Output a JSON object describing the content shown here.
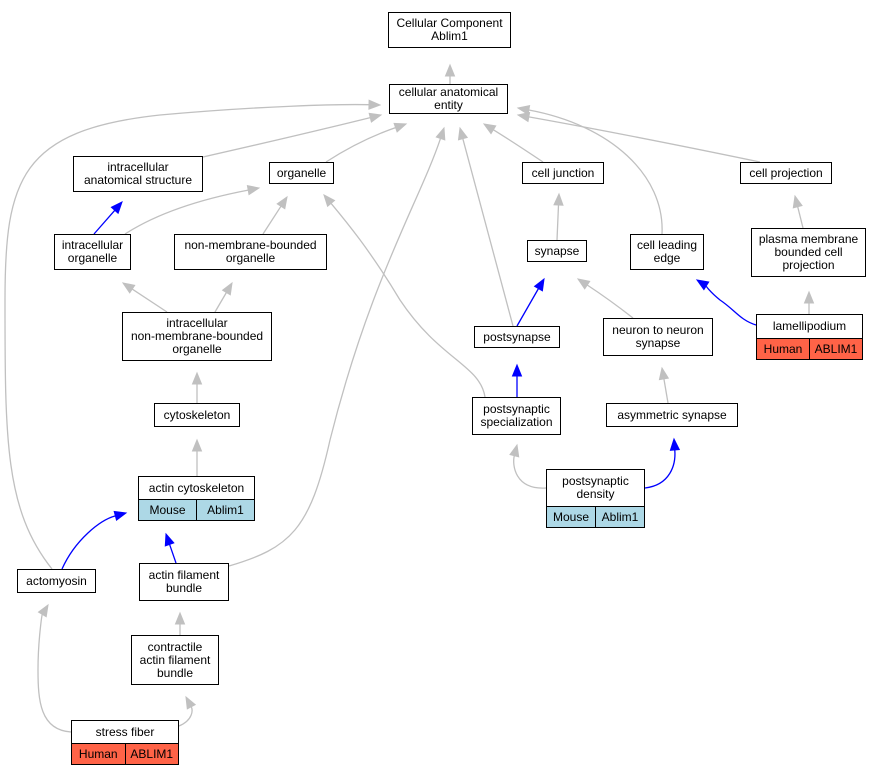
{
  "colors": {
    "edge_default": "#c0c0c0",
    "edge_highlight": "#0000ff",
    "human_tag": "#ff6347",
    "mouse_tag": "#add8e6",
    "node_border": "#000000",
    "node_fill": "#ffffff"
  },
  "nodes": {
    "root": {
      "label": "Cellular Component\nAblim1"
    },
    "cae": {
      "label": "cellular anatomical\nentity"
    },
    "ias": {
      "label": "intracellular\nanatomical structure"
    },
    "organelle": {
      "label": "organelle"
    },
    "celljunction": {
      "label": "cell junction"
    },
    "cellprojection": {
      "label": "cell projection"
    },
    "iorg": {
      "label": "intracellular\norganelle"
    },
    "nmbo": {
      "label": "non-membrane-bounded\norganelle"
    },
    "synapse": {
      "label": "synapse"
    },
    "leading": {
      "label": "cell leading\nedge"
    },
    "pmbcp": {
      "label": "plasma membrane\nbounded cell\nprojection"
    },
    "inmbo": {
      "label": "intracellular\nnon-membrane-bounded\norganelle"
    },
    "postsynapse": {
      "label": "postsynapse"
    },
    "n2n": {
      "label": "neuron to neuron\nsynapse"
    },
    "lamelli": {
      "label": "lamellipodium"
    },
    "cytoskeleton": {
      "label": "cytoskeleton"
    },
    "pss": {
      "label": "postsynaptic\nspecialization"
    },
    "asym": {
      "label": "asymmetric synapse"
    },
    "actincyto": {
      "label": "actin cytoskeleton"
    },
    "psd": {
      "label": "postsynaptic\ndensity"
    },
    "actomyosin": {
      "label": "actomyosin"
    },
    "afb": {
      "label": "actin filament\nbundle"
    },
    "cafb": {
      "label": "contractile\nactin filament\nbundle"
    },
    "stressfiber": {
      "label": "stress fiber"
    }
  },
  "tags": {
    "lamelli": {
      "species": "Human",
      "gene": "ABLIM1"
    },
    "actincyto": {
      "species": "Mouse",
      "gene": "Ablim1"
    },
    "psd": {
      "species": "Mouse",
      "gene": "Ablim1"
    },
    "stressfiber": {
      "species": "Human",
      "gene": "ABLIM1"
    }
  },
  "edges": [
    {
      "from": "cae",
      "to": "root",
      "color": "default"
    },
    {
      "from": "ias",
      "to": "cae",
      "color": "default"
    },
    {
      "from": "organelle",
      "to": "cae",
      "color": "default"
    },
    {
      "from": "celljunction",
      "to": "cae",
      "color": "default"
    },
    {
      "from": "cellprojection",
      "to": "cae",
      "color": "default"
    },
    {
      "from": "leading",
      "to": "cae",
      "color": "default"
    },
    {
      "from": "postsynapse",
      "to": "cae",
      "color": "default"
    },
    {
      "from": "afb",
      "to": "cae",
      "color": "default"
    },
    {
      "from": "actomyosin",
      "to": "cae",
      "color": "default"
    },
    {
      "from": "iorg",
      "to": "ias",
      "color": "highlight"
    },
    {
      "from": "iorg",
      "to": "organelle",
      "color": "default"
    },
    {
      "from": "nmbo",
      "to": "organelle",
      "color": "default"
    },
    {
      "from": "pss",
      "to": "organelle",
      "color": "default"
    },
    {
      "from": "synapse",
      "to": "celljunction",
      "color": "default"
    },
    {
      "from": "pmbcp",
      "to": "cellprojection",
      "color": "default"
    },
    {
      "from": "inmbo",
      "to": "iorg",
      "color": "default"
    },
    {
      "from": "inmbo",
      "to": "nmbo",
      "color": "default"
    },
    {
      "from": "postsynapse",
      "to": "synapse",
      "color": "highlight"
    },
    {
      "from": "n2n",
      "to": "synapse",
      "color": "default"
    },
    {
      "from": "lamelli",
      "to": "leading",
      "color": "highlight"
    },
    {
      "from": "lamelli",
      "to": "pmbcp",
      "color": "default"
    },
    {
      "from": "cytoskeleton",
      "to": "inmbo",
      "color": "default"
    },
    {
      "from": "pss",
      "to": "postsynapse",
      "color": "highlight"
    },
    {
      "from": "asym",
      "to": "n2n",
      "color": "default"
    },
    {
      "from": "actincyto",
      "to": "cytoskeleton",
      "color": "default"
    },
    {
      "from": "psd",
      "to": "pss",
      "color": "default"
    },
    {
      "from": "psd",
      "to": "asym",
      "color": "highlight"
    },
    {
      "from": "actomyosin",
      "to": "actincyto",
      "color": "highlight"
    },
    {
      "from": "afb",
      "to": "actincyto",
      "color": "highlight"
    },
    {
      "from": "cafb",
      "to": "afb",
      "color": "default"
    },
    {
      "from": "stressfiber",
      "to": "actomyosin",
      "color": "default"
    },
    {
      "from": "stressfiber",
      "to": "cafb",
      "color": "default"
    }
  ]
}
